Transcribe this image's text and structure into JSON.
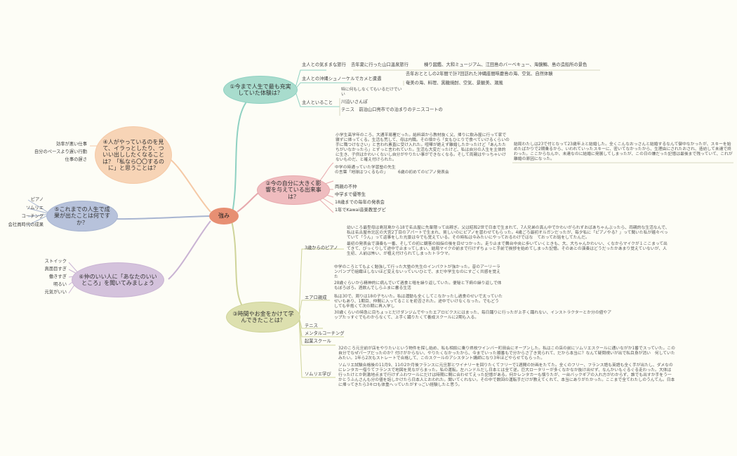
{
  "center": "強み",
  "branch1": {
    "title": "①今まで人生で最も充実していた体験は？",
    "color": "#8fd1c2",
    "items": [
      {
        "label": "主人との気ままな旅行",
        "detail1": "去年夏に行った山口温泉旅行",
        "detail2": "棟り図鑑、大和ミュージアム、江田島のバーベキュー、海鏡鯛、島の造船所の景色"
      },
      {
        "label": "主人との沖縄シュノーケルでカメと遭遇",
        "detail1": "去年おととしの2年間で計7回訪れた沖縄座間味慶島の海、空気、自然体験",
        "detail2": "奄美の海、料理、黒糖焼酎、空気、景観美、潮風"
      },
      {
        "label": "主人といること",
        "sub": [
          "特に何もしなくてもいるだけでいい",
          "川沿いさんぽ",
          "テニス　前泊山口亮市での泊まりのテニスコートの"
        ]
      }
    ]
  },
  "branch2": {
    "title": "②今の自分に大きく影響を与えている出来事は？",
    "color": "#e7a9ad",
    "story1": "小学生高学年のころ、大通平易署だった。給料袋から教材抜く父、帰りに飲み屋に行って家で寝ずに帰ってくる。生活も荒して、母は内職。その頃から「女もひとりで食べていけるくらいの手に職つけなさい」と言われ素直に受け入れた。喧嘩が絶えず離婚したかったけど「あんたたちがいなかったら」とずっと言われていた。生活も大変だったけど、私は自分の人生を主体的に生き、子供はかわいくないし自分がやりたい事ができなくなる。そして両親はやっちゃいけないものだ、と確え付けられた。",
    "story2": "結局わたしは23で付となって23歳年上と結婚した。全くこんなおっさんと結婚するなんて御中なかったが、スキーを始めたばかりで2期乗るから、いわれていったスキーに、密いてなかったから、生理由にされたおされ、造訪して未達で終わった。ここからなんか、未達なのに結婚に発展してしまったが、この日の嫌だった記憶は最後まで残っていて、これが離婚の原因になった。",
    "items": [
      "中学の時通っていた学習塾の先生の言葉「地球はつくるもの」",
      "6歳の初めてのピアノ発表会",
      "両親の不仲",
      "中学まで優等生",
      "18歳までの毎年の発表会",
      "1年でKawai音楽教室グビ"
    ]
  },
  "branch3": {
    "title": "③時間やお金をかけて学んできたことは？",
    "color": "#cfd49a",
    "piano_label": "3歳からのピアノ",
    "piano1": "幼いころ最型母は島冠島から18で名古屋に先輩隠って出稼ぎ。父は昭和2世で日本で生まれて、7人兄弟の真ん中でかわいがられずおばあちゃんぶったら、両親的な生活なんで、私は名古屋市北区の大宮2丁目のアパートで生まれ、貧しいのにピアノを習わせてもらった。4歳ごろ最初オルガンだったが、毎夕私に「ピアノやる？」って聞いた私が嬉々べっていて「うん」って返事をした光景は今でも覚えている。その時私は今みたいにやっておるわけではな　ておってお話をしてたんだ。",
    "piano2": "最初の発表会で演奏も一番、そしての初に観客の拍採の後を目せつかった。走り止まで舞台中央に歩いていくときも、大、大ちゃんかわいい、くなからマイクが１ここまって出てきて、びっくりして途中で止まってしまい、結局マイクの前まで行けずちょっと手前で挨拶を始めてしまった記憶。そのあとの演奏はどうだったかあまり覚えていないが、人生初、人前は怖い、が植え付けられてしまったトラウマ。",
    "aero_label": "エアロ親成",
    "aero_items": [
      "中学のころとてもよく勉強して行った大塾の先生のインパクトが強かった。昔のアーリーランパンプで組織ほしないほど変えないっていいひとで、まだ中学生なのにすごく共感を覚えた",
      "28歳ぐらいから精神的に病んでいて過食と嘔を繰り返していた。便秘と下痢の繰り返しで体もぼろぼろ。酒飲んでしらふまに書る生活",
      "私は30で、周りは18の子ちいた。私は運動も全くしてこなかったし過食のせいで太っていたせいもあり、1期目、仲間に入ってることを拒否された。途中でいけなくなった。でもどうしても辛抱くて次の期に再入学し",
      "30歳くらいの時急に目ちょっとだけダンジムでやったエアロビクスにはまった、毎日踊りに行ったが上手く踊れない、インストラクターとか分の値やアップたっすぐでもわからなくて、上手く踊りたくて養成スクールに2期も入る。"
    ],
    "others": [
      "テニス",
      "メンタルコーチング",
      "起業スクール"
    ],
    "solo_label": "ソムリエ学び",
    "solo1": "32のころ元旦前が店をやりたいという物件を探し始め、私も相談に乗り県枚ワインバー町田会にオープンした。私はこの店の前にソムリエスクールに通いながか1番でスっていた。この自分でなぜパーブだったのか？付けがからない、やりたくなかったから、今までいった順番もで分からさ了き見られて、だから本当に？なんて疑問視いが出で私目身が消い　何していたみたい。1年ら2次もストレートで合格して、このスクールのアシスタント講師になり3年ほどやらせてもらった。",
    "solo2": "ソムリエ試験合格後の11月9、11の2か月後フランスに元旦那とワイナリーを回りたくてフリーで1週間の計画をたてた。全くのフリー、フランス語も英語も全く手が出たし、ダメなのにレンタカー借りてフランスで地図を見ながらまった。私の運転。左ハンドルだし日本とは全て逆。巨大ロータリーが多くなかなか抜け出せず、なんかいもぐるぐる走わった。大体は行ったけとか刺激地点まで行けずふわワールにだけは時期に間に合わせてえった記憶がある。何かレンタカーも懐りたが、一台バックギアの入れ方がわからず、誰でも出すか手をう一かとうふんさんも分の値を話しかけたら日本人とおわれた。聞いてくれない。その中で数回の運転手だけが教えてくれて、本当にありがたかった。ここまで全てわたしのうんてん。日本に帰ってきたら3キロも体重へっていたがすっごい経験したと思う。"
  },
  "branch4": {
    "title": "④人がやっているのを見て、イラっとしたり、ついい出ししたくなることは？「私なら〇〇するのに」と思うことは？",
    "color": "#f5c9a6",
    "items": [
      "効率が悪い仕事",
      "自分のペースより遅い行動",
      "仕事の遅さ"
    ]
  },
  "branch5": {
    "title": "⑤これまでの人生で成果が出たことは何ですか？",
    "color": "#a8b5d1",
    "items": [
      "ピアノ",
      "ソムリエ",
      "コーチング",
      "会社員時代の成果"
    ]
  },
  "branch6": {
    "title": "⑥仲のいい人に「あなたのいいところ」を聞いてみましょう",
    "color": "#c9b3d3",
    "items": [
      "ストイック",
      "真面目すぎ",
      "働きすぎ",
      "明るい",
      "元気がいい"
    ]
  }
}
